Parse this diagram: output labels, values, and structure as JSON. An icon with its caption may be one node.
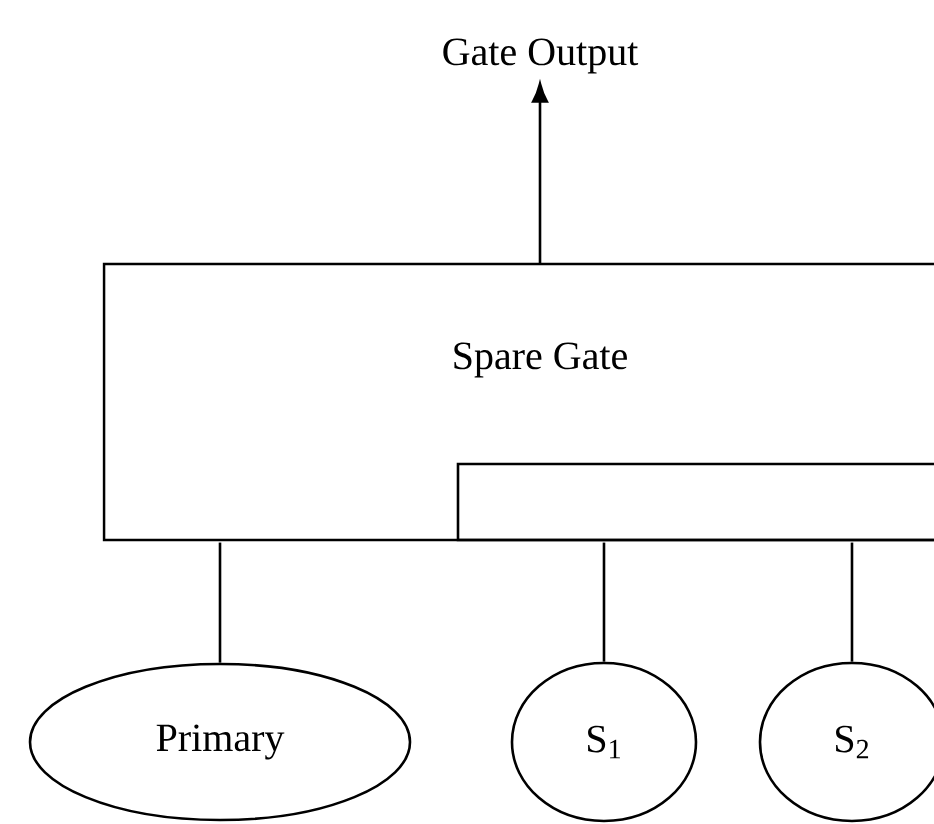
{
  "diagram": {
    "nodes": [
      {
        "text": [
          "Gate Output"
        ]
      },
      {
        "text": [
          "Spare Gate"
        ]
      },
      {
        "text": [],
        "shape": "box",
        "in": 1
      },
      {
        "text": [
          "Primary"
        ]
      },
      {
        "text": [
          "S$_{1}$"
        ]
      },
      {
        "text": [
          "S$_{2}$"
        ]
      }
    ],
    "edges": [
      {
        "from": 1,
        "to": 0,
        "arrow": "to"
      },
      {
        "from": 3,
        "to": 1,
        "arrow": "none"
      },
      {
        "from": 4,
        "to": 2,
        "arrow": "none"
      },
      {
        "from": 5,
        "to": 2,
        "arrow": "none"
      }
    ]
  }
}
